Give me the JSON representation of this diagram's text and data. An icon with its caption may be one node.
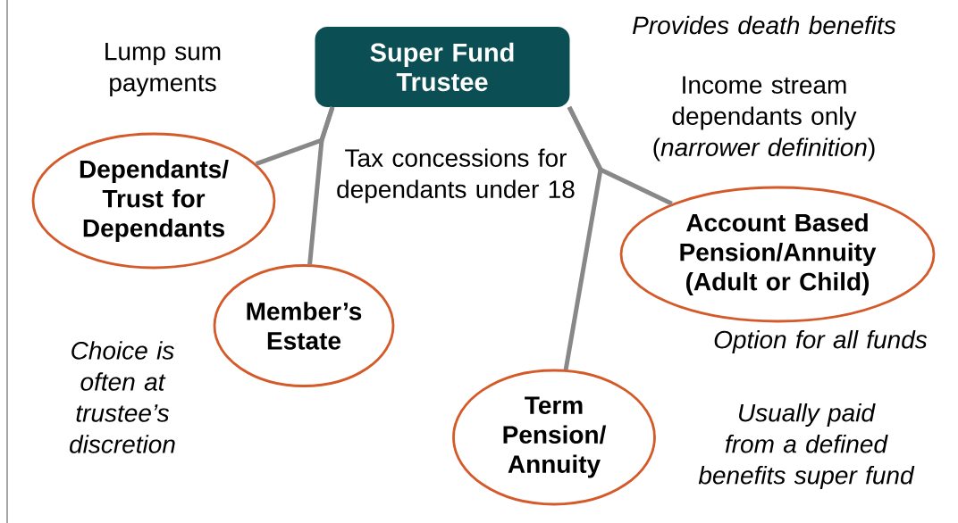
{
  "diagram": {
    "nodes": [
      {
        "text": [
          "Super Fund Trustee"
        ]
      },
      {
        "text": [
          "Dependants/ Trust for Dependants"
        ]
      },
      {
        "text": [
          "Member’s Estate"
        ]
      },
      {
        "text": [
          "Account Based Pension/Annuity (Adult or Child)"
        ]
      },
      {
        "text": [
          "Term Pension/ Annuity"
        ]
      }
    ],
    "edges": [
      {
        "from": 0,
        "to": 1,
        "arrow": "none"
      },
      {
        "from": 0,
        "to": 2,
        "arrow": "none"
      },
      {
        "from": 0,
        "to": 3,
        "arrow": "none"
      },
      {
        "from": 0,
        "to": 4,
        "arrow": "none"
      }
    ],
    "labels": [
      "Provides death benefits",
      "Lump sum payments",
      "Income stream dependants only (*narrower definition*)",
      "Tax concessions for dependants under 18",
      "Option for all funds",
      "Choice is often at trustee’s discretion",
      "Usually paid from a defined benefits super fund"
    ]
  }
}
